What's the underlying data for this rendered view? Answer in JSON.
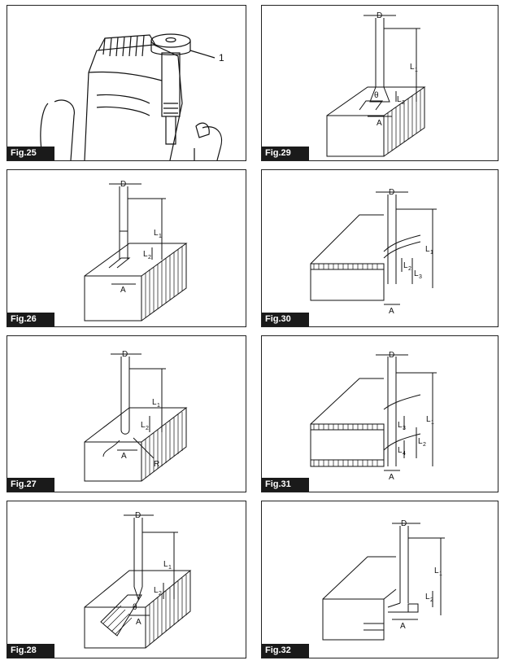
{
  "figures": [
    {
      "id": "fig25",
      "caption": "Fig.25",
      "labels": {
        "callout": "1"
      }
    },
    {
      "id": "fig29",
      "caption": "Fig.29",
      "labels": {
        "d": "D",
        "l1": "L",
        "l1sub": "1",
        "l2": "L",
        "l2sub": "2",
        "theta": "θ",
        "a": "A"
      }
    },
    {
      "id": "fig26",
      "caption": "Fig.26",
      "labels": {
        "d": "D",
        "l1": "L",
        "l1sub": "1",
        "l2": "L",
        "l2sub": "2",
        "a": "A"
      }
    },
    {
      "id": "fig30",
      "caption": "Fig.30",
      "labels": {
        "d": "D",
        "l1": "L",
        "l1sub": "1",
        "l2": "L",
        "l2sub": "2",
        "l3": "L",
        "l3sub": "3",
        "a": "A"
      }
    },
    {
      "id": "fig27",
      "caption": "Fig.27",
      "labels": {
        "d": "D",
        "l1": "L",
        "l1sub": "1",
        "l2": "L",
        "l2sub": "2",
        "a": "A",
        "r": "R"
      }
    },
    {
      "id": "fig31",
      "caption": "Fig.31",
      "labels": {
        "d": "D",
        "l1": "L",
        "l1sub": "1",
        "l2": "L",
        "l2sub": "2",
        "l3": "L",
        "l3sub": "3",
        "l4": "L",
        "l4sub": "4",
        "a": "A"
      }
    },
    {
      "id": "fig28",
      "caption": "Fig.28",
      "labels": {
        "d": "D",
        "l1": "L",
        "l1sub": "1",
        "l2": "L",
        "l2sub": "2",
        "theta": "θ",
        "a": "A"
      }
    },
    {
      "id": "fig32",
      "caption": "Fig.32",
      "labels": {
        "d": "D",
        "l1": "L",
        "l1sub": "1",
        "l2": "L",
        "l2sub": "2",
        "a": "A"
      }
    }
  ]
}
